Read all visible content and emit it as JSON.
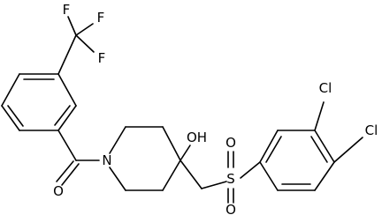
{
  "atoms": {
    "F1": "F",
    "F2": "F",
    "F3": "F",
    "O_carbonyl": "O",
    "N": "N",
    "OH": "OH",
    "S": "S",
    "O_s_top": "O",
    "O_s_bottom": "O",
    "Cl1": "Cl",
    "Cl2": "Cl"
  },
  "colors": {
    "ink": "#000000",
    "background": "#ffffff"
  }
}
